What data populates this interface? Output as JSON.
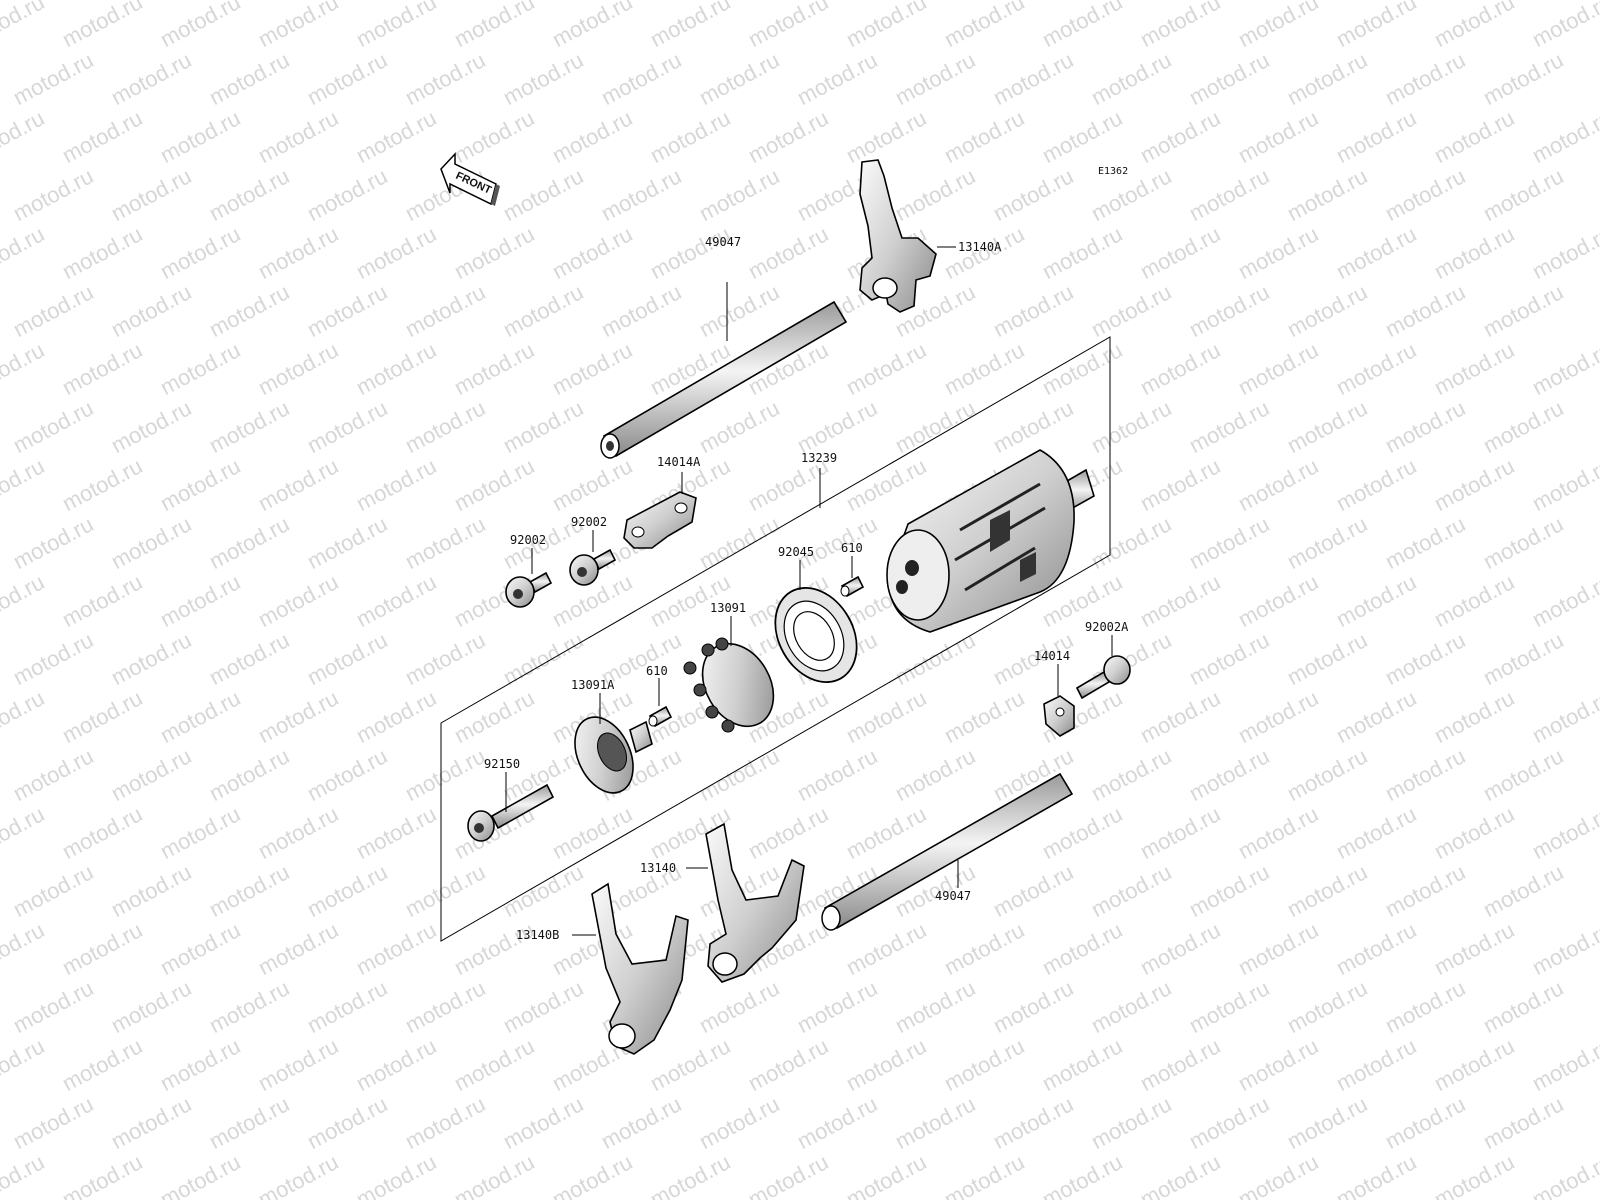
{
  "watermark": {
    "text": "motod.ru"
  },
  "diagram": {
    "code": "E1362",
    "front_label": "FRONT",
    "labels": {
      "fork_13140A": "13140A",
      "shaft_49047_upper": "49047",
      "plate_14014A": "14014A",
      "drum_13239": "13239",
      "bolt_92002_left": "92002",
      "bolt_92002_right": "92002",
      "bearing_92045": "92045",
      "pin_610_upper": "610",
      "holder_13091": "13091",
      "bolt_92002A": "92002A",
      "plate_14014": "14014",
      "holder_13091A": "13091A",
      "pin_610_lower": "610",
      "bolt_92150": "92150",
      "fork_13140": "13140",
      "shaft_49047_lower": "49047",
      "fork_13140B": "13140B"
    }
  }
}
